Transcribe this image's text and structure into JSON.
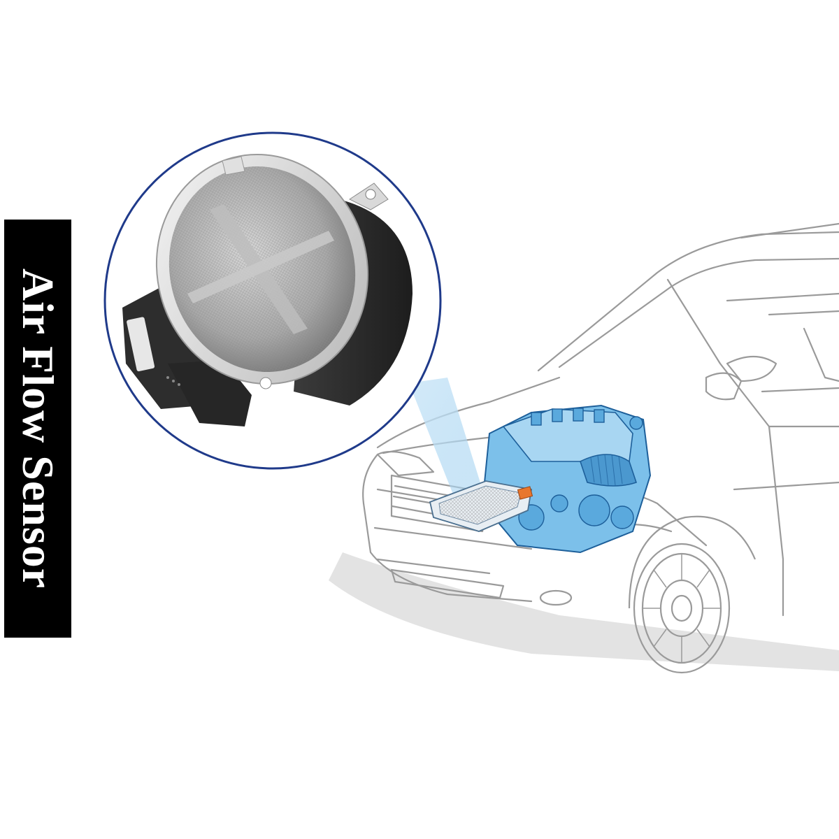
{
  "banner": {
    "text": "Air Flow Sensor"
  },
  "colors": {
    "banner_bg": "#000000",
    "banner_text": "#ffffff",
    "circle_border": "#1f3a8a",
    "engine_blue": "#6fb3e0",
    "beam_blue": "#bfe0f5",
    "sensor_highlight": "#e8772e"
  },
  "icons": {
    "sensor": "mass-air-flow-sensor-photo",
    "car": "car-line-drawing",
    "engine": "engine-highlight"
  }
}
